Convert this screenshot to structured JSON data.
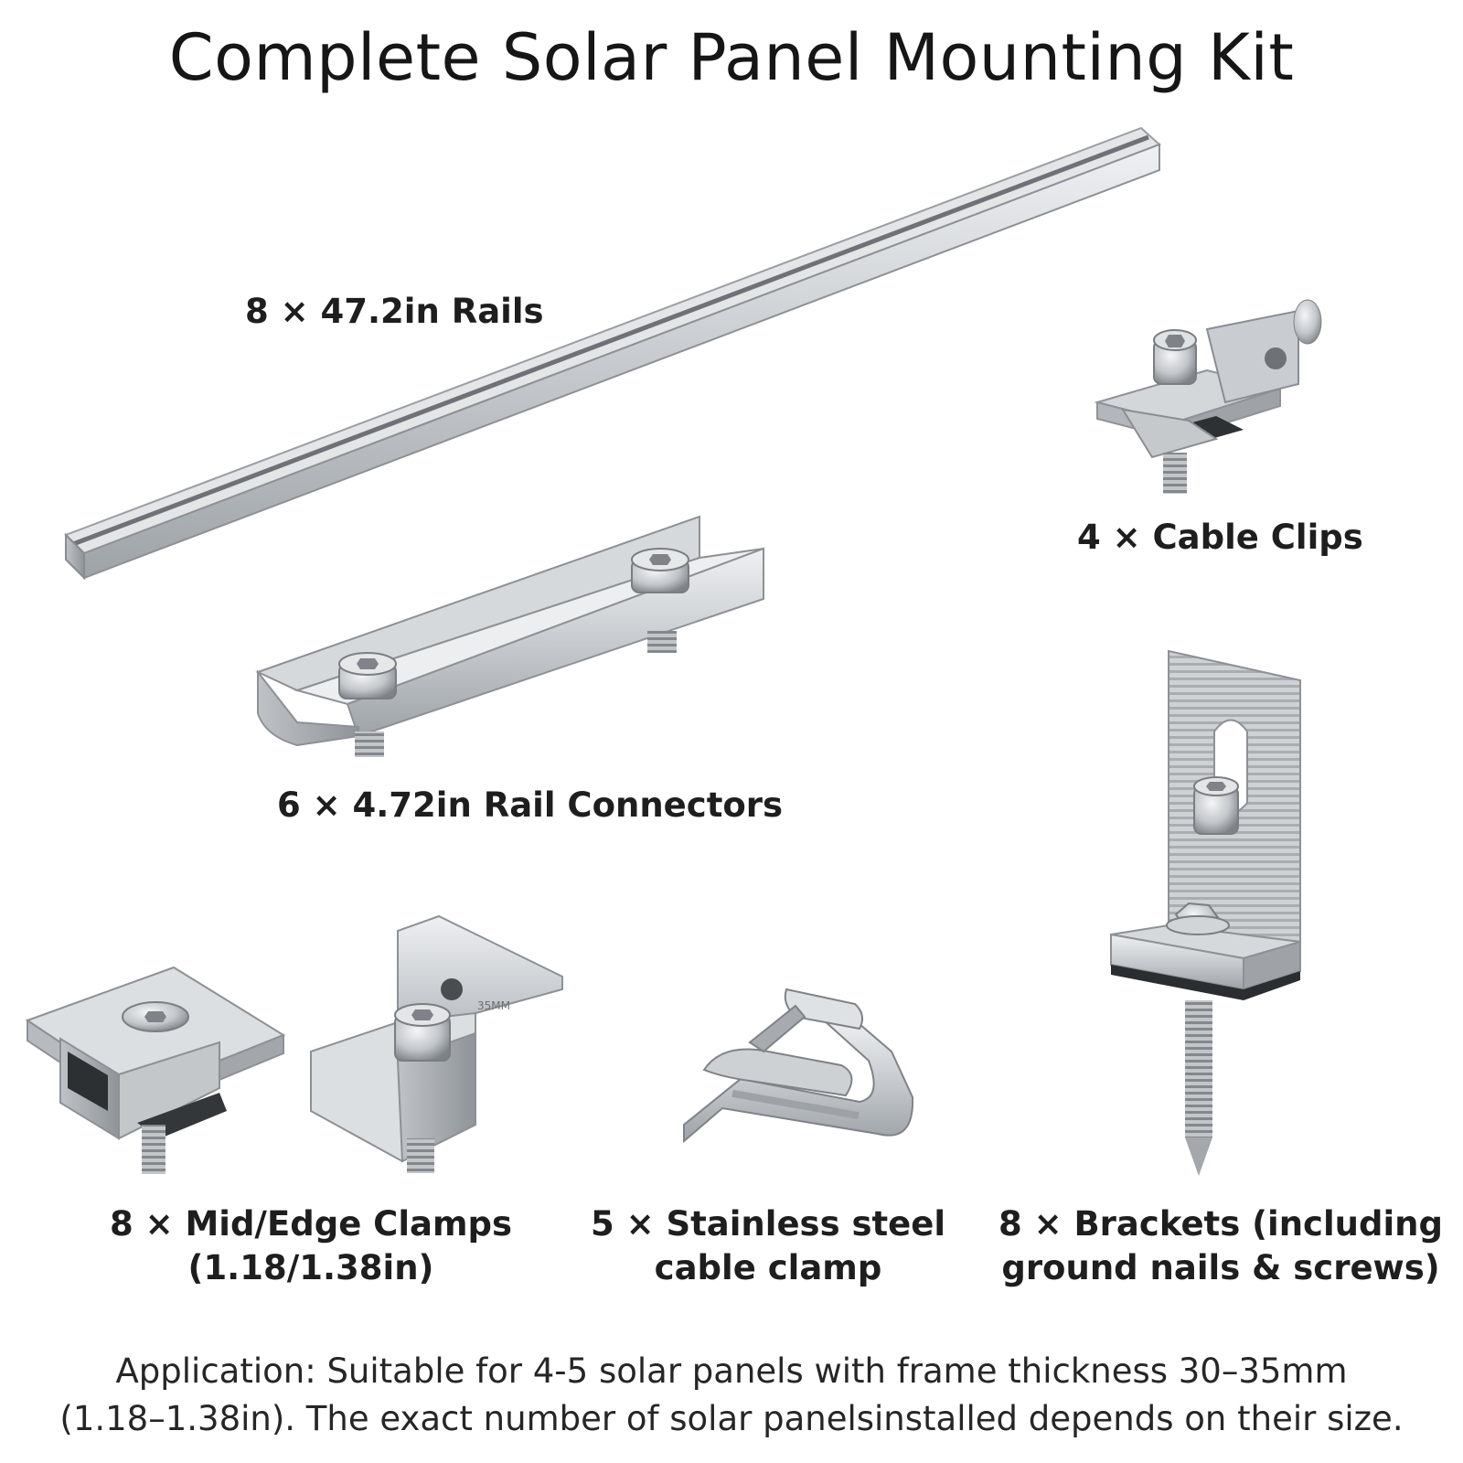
{
  "title": "Complete Solar Panel Mounting Kit",
  "items": [
    {
      "name": "rails",
      "label": "8 × 47.2in Rails"
    },
    {
      "name": "cable-clips",
      "label": "4 × Cable Clips"
    },
    {
      "name": "rail-connectors",
      "label": "6 × 4.72in Rail Connectors"
    },
    {
      "name": "clamps",
      "label_line1": "8 × Mid/Edge Clamps",
      "label_line2": "(1.18/1.38in)"
    },
    {
      "name": "cable-clamp",
      "label_line1": "5 × Stainless steel",
      "label_line2": "cable clamp"
    },
    {
      "name": "brackets",
      "label_line1": "8 × Brackets (including",
      "label_line2": "ground nails & screws)"
    }
  ],
  "clamp_marking": "35MM",
  "footer": {
    "line1": "Application: Suitable for 4-5 solar panels with frame thickness 30–35mm",
    "line2": "(1.18–1.38in). The exact number of solar panelsinstalled depends on their size."
  },
  "colors": {
    "metal_light": "#d9dcdf",
    "metal_mid": "#b4b8bc",
    "metal_dark": "#8a8e92",
    "text": "#1e1e1e"
  }
}
